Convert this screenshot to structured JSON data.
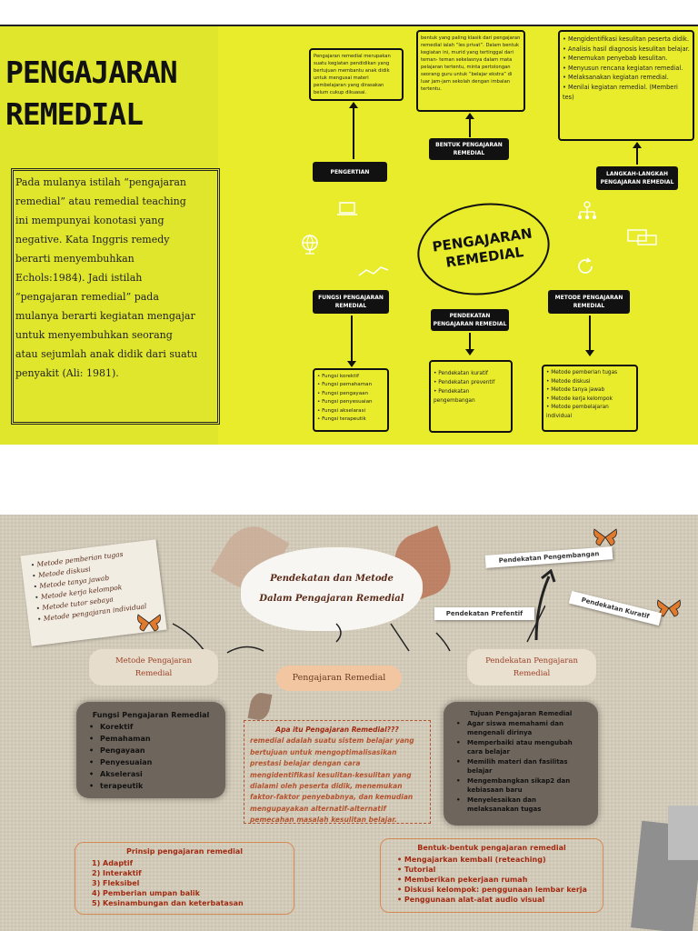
{
  "top": {
    "title": [
      "PENGAJARAN",
      "REMEDIAL"
    ],
    "intro_lines": [
      "Pada mulanya istilah “pengajaran",
      "remedial” atau remedial teaching",
      "ini mempunyai konotasi yang",
      "negative. Kata Inggris remedy",
      "berarti menyembuhkan",
      " Echols:1984). Jadi istilah",
      "“pengajaran remedial” pada",
      "mulanya berarti kegiatan mengajar",
      "untuk menyembuhkan seorang",
      "atau sejumlah anak didik dari suatu",
      "penyakit (Ali: 1981)."
    ],
    "center": [
      "PENGAJARAN",
      "REMEDIAL"
    ],
    "labels": {
      "pengertian": "PENGERTIAN",
      "bentuk": "BENTUK PENGAJARAN REMEDIAL",
      "langkah": "LANGKAH-LANGKAH PENGAJARAN REMEDIAL",
      "fungsi": "FUNGSI PENGAJARAN REMEDIAL",
      "pendekatan": "PENDEKATAN PENGAJARAN REMEDIAL",
      "metode": "METODE PENGAJARAN REMEDIAL"
    },
    "pengertian_text": "Pengajaran remedial merupakan suatu kegiatan pendidikan yang bertujuan membantu anak didik untuk mengusai materi pembelajaran yang dirasakan belum cukup dikuasai.",
    "bentuk_text": "bentuk yang paling klasik dari pengajaran remedial ialah “les privat”. Dalam bentuk kegiatan ini, murid yang tertinggal dari teman- teman sekelasnya dalam mata pelajaran tertentu, minta pertolongan seorang guru untuk “belajar ekstra” di luar jam-jam sekolah dengan imbalan tertentu.",
    "langkah_items": [
      "Mengidentifikasi kesulitan peserta didik.",
      "Analisis hasil diagnosis kesulitan belajar.",
      "Menemukan penyebab kesulitan.",
      "Menyusun rencana kegiatan remedial.",
      "Melaksanakan kegiatan remedial.",
      "Menilai kegiatan remedial. (Memberi tes)"
    ],
    "fungsi_items": [
      "Fungsi korektif",
      "Fungsi pemahaman",
      "Fungsi pengayaan",
      "Fungsi penyesuaian",
      "Fungsi akselarasi",
      "Fungsi terapeutik"
    ],
    "pendekatan_items": [
      "Pendekatan kuratif",
      "Pendekatan preventif",
      "Pendekatan pengembangan"
    ],
    "metode_items": [
      "Metode pemberian tugas",
      "Metode diskusi",
      "Metode tanya jawab",
      "Metode kerja kelompok",
      "Metode pembelajaran individual"
    ]
  },
  "bottom": {
    "note_items": [
      "Metode pemberian tugas",
      "Metode diskusi",
      "Metode tanya jawab",
      "Metode kerja kelompok",
      "Metode tutor sebaya",
      "Metode pengajaran individual"
    ],
    "cloud": [
      "Pendekatan dan Metode",
      "Dalam Pengajaran Remedial"
    ],
    "metode_pill": [
      "Metode Pengajaran",
      "Remedial"
    ],
    "center_pill": "Pengajaran Remedial",
    "pendekatan_pill": [
      "Pendekatan Pengajaran",
      "Remedial"
    ],
    "cards": {
      "pengembangan": "Pendekatan Pengembangan",
      "prefentif": "Pendekatan Prefentif",
      "kuratif": "Pendekatan Kuratif"
    },
    "fungsi_title": "Fungsi Pengajaran Remedial",
    "fungsi_items": [
      "Korektif",
      "Pemahaman",
      "Pengayaan",
      "Penyesuaian",
      "Akselerasi",
      "terapeutik"
    ],
    "apa_title": "Apa itu Pengajaran Remedial???",
    "apa_text": "remedial adalah suatu sistem belajar yang bertujuan untuk mengoptimalisasikan prestasi belajar dengan cara mengidentifikasi kesulitan-kesulitan yang dialami oleh peserta didik, menemukan faktor-faktor penyebabnya, dan kemudian mengupayakan alternatif-alternatif pemecahan masalah kesulitan belajar.",
    "tujuan_title": "Tujuan Pengajaran Remedial",
    "tujuan_items": [
      "Agar siswa memahami dan mengenali dirinya",
      "Memperbaiki atau mengubah cara belajar",
      "Memilih materi dan fasilitas belajar",
      "Mengembangkan sikap2 dan kebiasaan baru",
      "Menyelesaikan dan melaksanakan tugas"
    ],
    "prinsip_title": "Prinsip pengajaran remedial",
    "prinsip_items": [
      "1)   Adaptif",
      "2)   Interaktif",
      "3)   Fleksibel",
      "4)   Pemberian umpan balik",
      "5)   Kesinambungan dan keterbatasan"
    ],
    "bentuk_title": "Bentuk-bentuk pengajaran remedial",
    "bentuk_items": [
      "Mengajarkan kembali (reteaching)",
      "Tutorial",
      "Memberikan pekerjaan rumah",
      "Diskusi kelompok: penggunaan lembar kerja",
      "Penggunaan alat-alat audio visual"
    ]
  },
  "colors": {
    "top_bg": "#e8ec2a",
    "bottom_bg": "#d9d1bf",
    "accent_brown": "#9b3f26",
    "accent_orange": "#e07a2f"
  }
}
